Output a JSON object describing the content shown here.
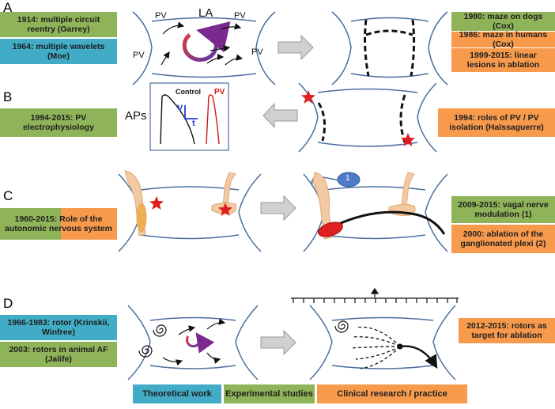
{
  "sections": {
    "a": {
      "letter": "A",
      "left_boxes": [
        "1914: multiple circuit reentry (Garrey)",
        "1964: multiple wavelets (Moe)"
      ],
      "labels": {
        "la": "LA",
        "pv": "PV"
      },
      "right_boxes": [
        "1980: maze on dogs (Cox)",
        "1986: maze in humans (Cox)",
        "1999-2015: linear lesions in ablation"
      ]
    },
    "b": {
      "letter": "B",
      "left_box": "1994-2015: PV electrophysiology",
      "aps_label": "APs",
      "inset": {
        "control": "Control",
        "pv": "PV",
        "v": "V",
        "t": "t"
      },
      "right_box": "1994: roles of PV / PV isolation (Haïssaguerre)"
    },
    "c": {
      "letter": "C",
      "left_box": "1960-2015: Role of the autonomic nervous system",
      "bubble": "1",
      "right_boxes": [
        "2009-2015: vagal nerve modulation (1)",
        "2000: ablation of the ganglionated plexi (2)"
      ]
    },
    "d": {
      "letter": "D",
      "left_boxes": [
        "1966-1983: rotor (Krinskii, Winfree)",
        "2003: rotors in animal AF (Jalife)"
      ],
      "right_box": "2012-2015: rotors as target for ablation"
    }
  },
  "legend": [
    "Theoretical work",
    "Experimental studies",
    "Clinical research / practice"
  ],
  "colors": {
    "theoretical": "#42abc6",
    "experimental": "#8fb358",
    "clinical": "#f79a4c",
    "atrium_outline": "#4a6f9e",
    "star": "#e02020",
    "nerve": "#f3c9a2"
  }
}
